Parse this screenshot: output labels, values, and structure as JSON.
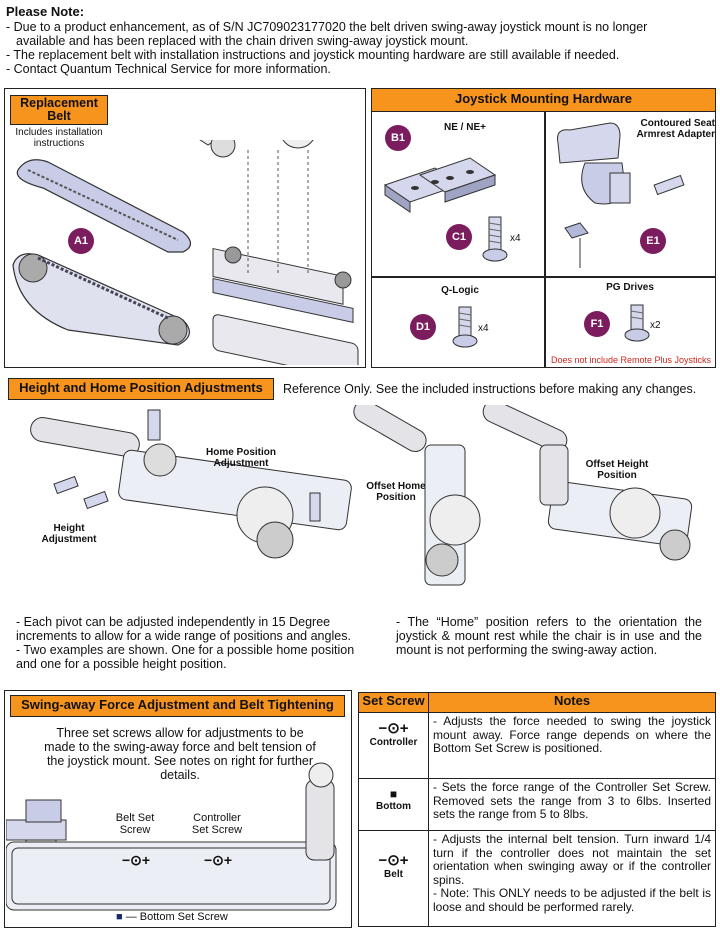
{
  "note": {
    "heading": "Please Note:",
    "lines": [
      "- Due to a product enhancement, as of S/N JC709023177020 the belt driven swing-away joystick mount is no longer",
      "  available and has been replaced with the chain driven swing-away joystick mount.",
      "- The replacement belt with installation instructions and joystick mounting hardware are still available if needed.",
      "- Contact Quantum Technical Service for more information."
    ]
  },
  "replacement": {
    "label": "Replacement Belt",
    "sub": "Includes installation instructions",
    "badge": "A1"
  },
  "hardware": {
    "title": "Joystick Mounting Hardware",
    "ne_label": "NE / NE+",
    "b1": "B1",
    "c1": "C1",
    "c1_qty": "x4",
    "contoured": "Contoured Seat Armrest Adapter",
    "e1": "E1",
    "qlogic": "Q-Logic",
    "d1": "D1",
    "d1_qty": "x4",
    "pg": "PG Drives",
    "f1": "F1",
    "f1_qty": "x2",
    "pg_note": "Does not include Remote Plus Joysticks"
  },
  "height": {
    "title": "Height and Home Position Adjustments",
    "ref": "Reference Only. See the included instructions before making any changes.",
    "home_adj": "Home Position Adjustment",
    "height_adj": "Height Adjustment",
    "offset_home": "Offset Home Position",
    "offset_height": "Offset Height Position",
    "left_text": [
      "- Each pivot can be adjusted independently in 15 Degree",
      "increments to allow for a wide range of positions and angles.",
      "- Two examples are shown. One for a possible home position",
      "and one for a possible height position."
    ],
    "right_text": "- The “Home” position refers to the orientation the joystick & mount rest while the chair is in use and the mount is not performing the swing-away action."
  },
  "swing": {
    "title": "Swing-away Force Adjustment and Belt Tightening",
    "desc": "Three set screws allow for adjustments to be made to the swing-away force and belt tension of the joystick mount. See notes on right for further details.",
    "belt_screw": "Belt Set Screw",
    "controller_screw": "Controller Set Screw",
    "bottom_screw": "— Bottom Set Screw"
  },
  "table": {
    "col1": "Set Screw",
    "col2": "Notes",
    "rows": [
      {
        "label": "Controller",
        "note": "- Adjusts the force needed to swing the joystick mount away. Force range depends on where the Bottom Set Screw is positioned."
      },
      {
        "label": "Bottom",
        "note": "- Sets the force range of the Controller Set Screw. Removed sets the range from 3 to 6lbs. Inserted sets the range from 5 to 8lbs."
      },
      {
        "label": "Belt",
        "note": "- Adjusts the internal belt tension. Turn inward 1/4 turn if the controller does not maintain the set orientation when swinging away or if the controller spins.",
        "note2": "- Note: This ONLY needs to be adjusted if the belt is loose and should be performed rarely."
      }
    ]
  },
  "colors": {
    "accent": "#f7941d",
    "badge": "#7b1c5e",
    "warning": "#d0261c"
  }
}
